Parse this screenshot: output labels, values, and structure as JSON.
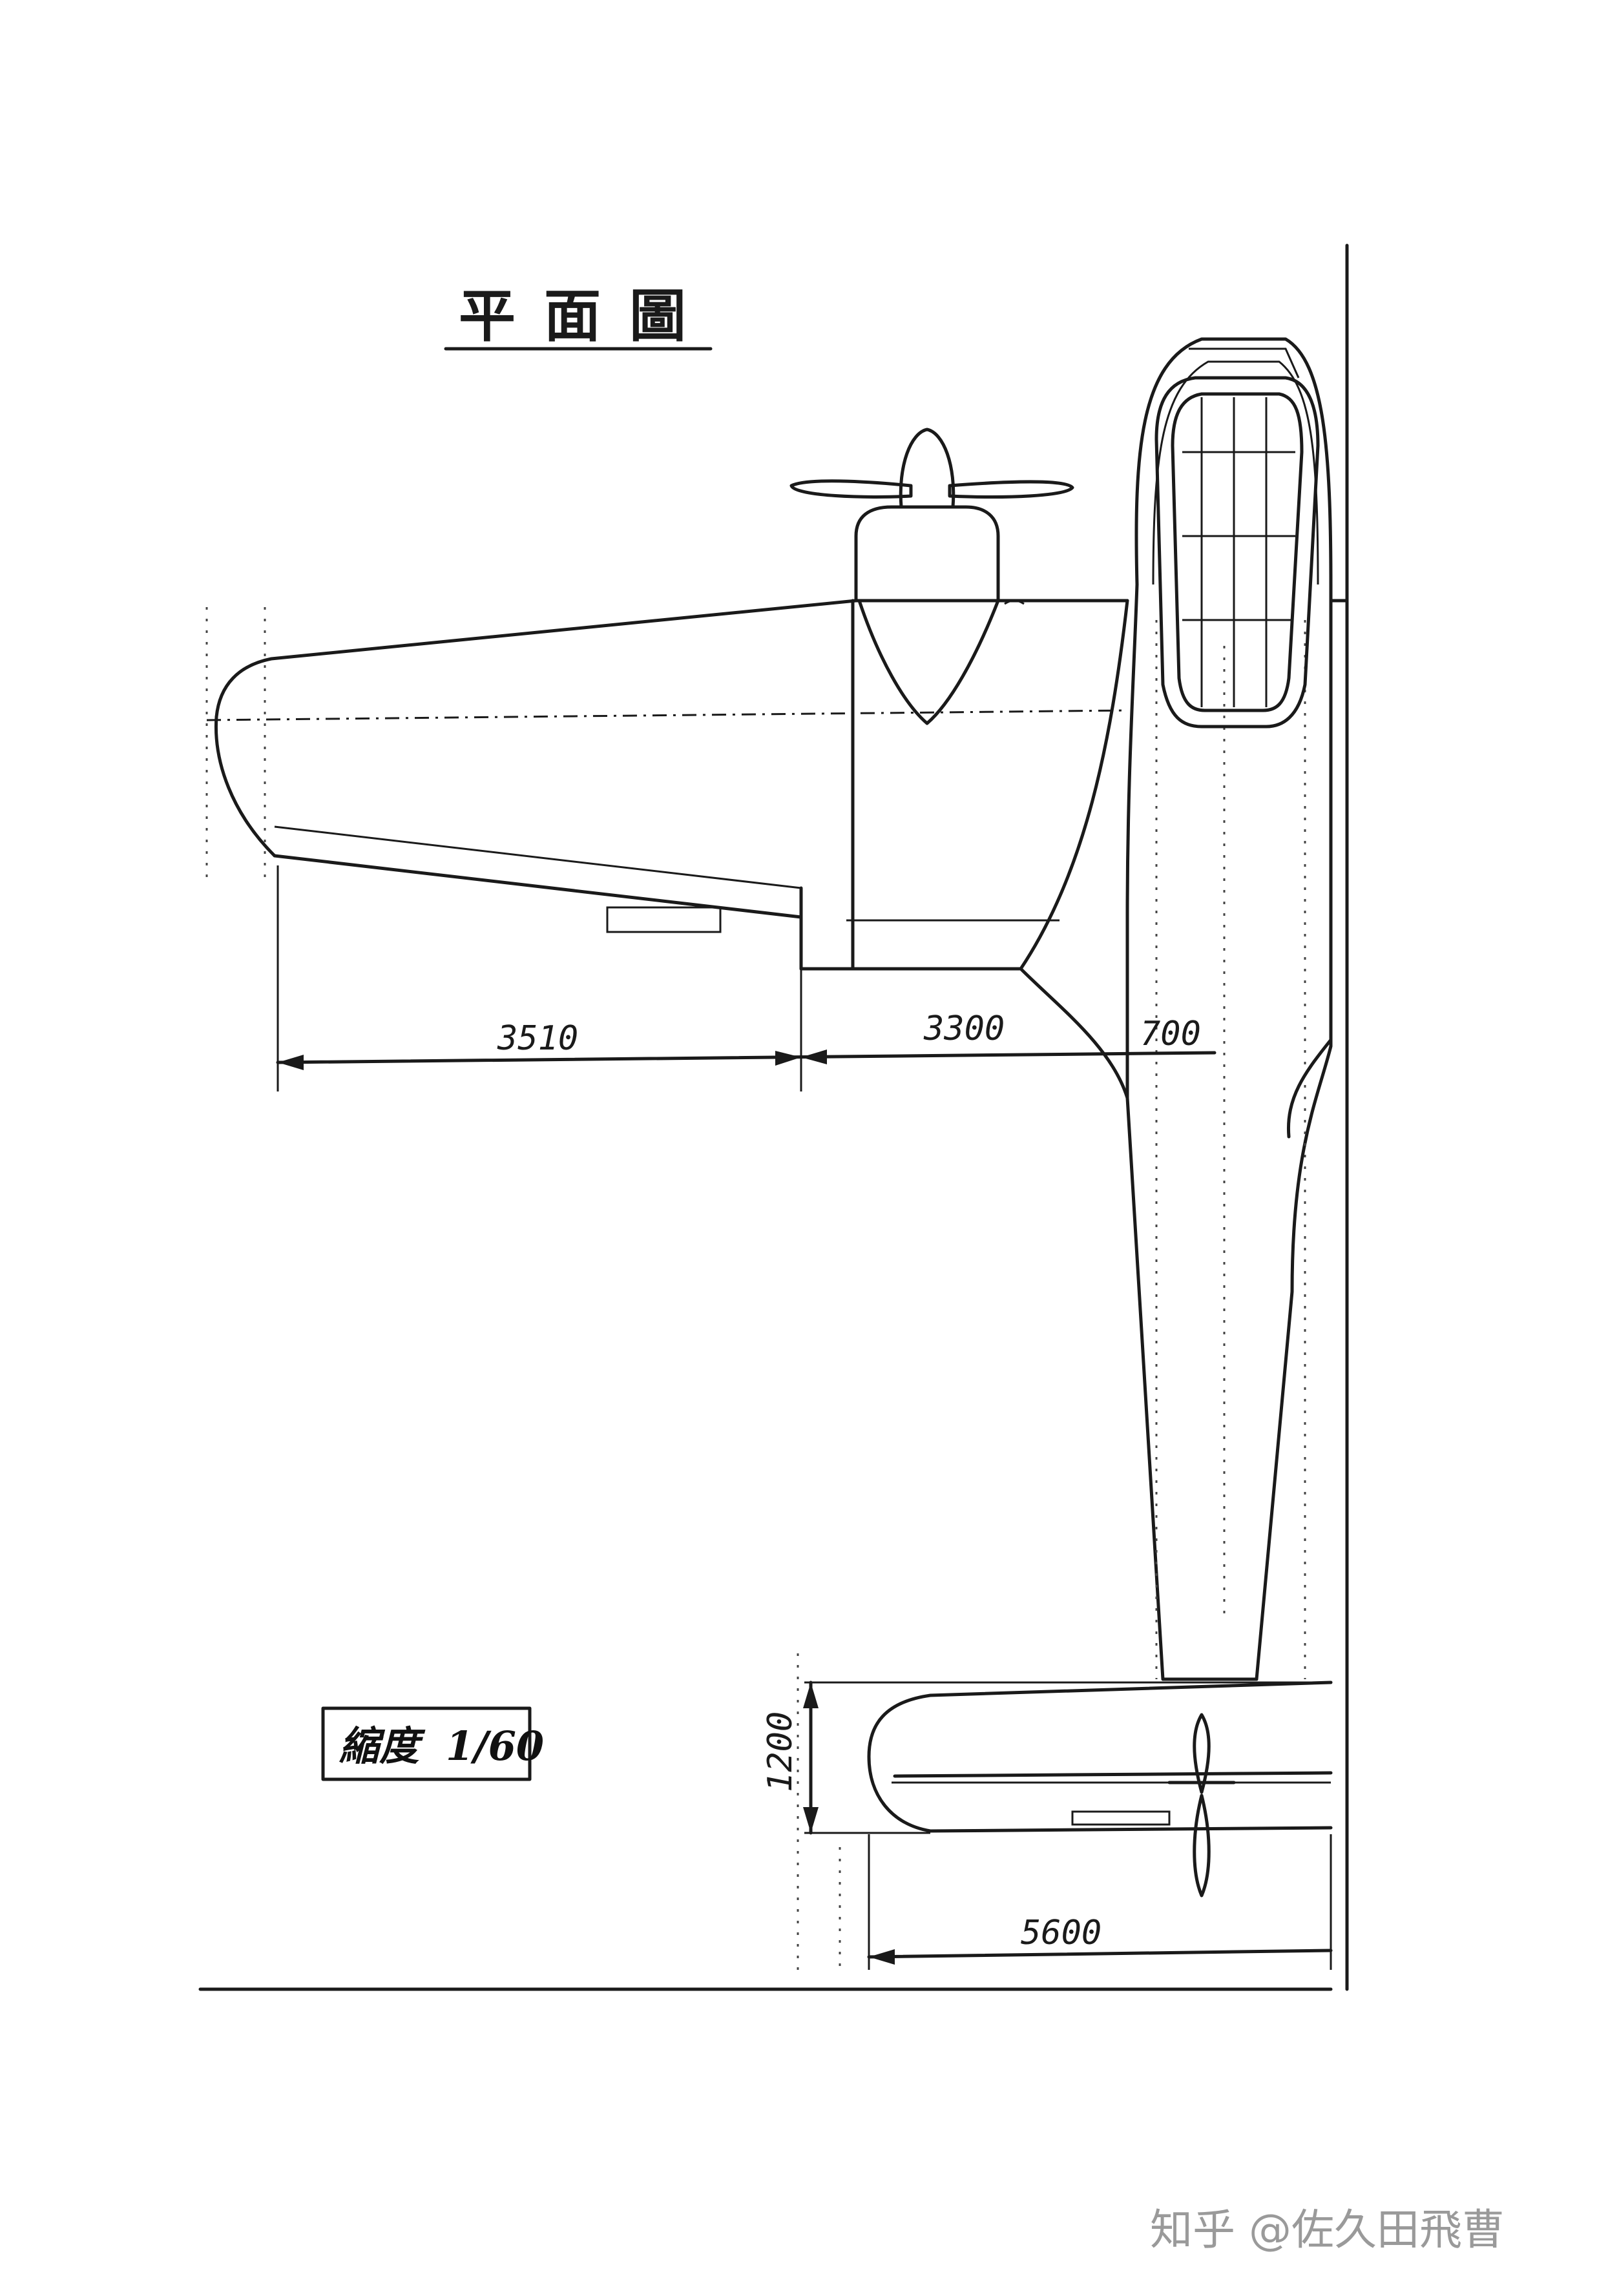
{
  "drawing": {
    "title": "平面圖",
    "scale_label": "縮度",
    "scale_value": "1/60",
    "dimensions": {
      "wing_outer": "3510",
      "wing_center": "3300",
      "wing_root": "700",
      "tail_span": "5600",
      "tail_chord": "1200"
    },
    "watermark": "知乎 @佐久田飛曹"
  }
}
